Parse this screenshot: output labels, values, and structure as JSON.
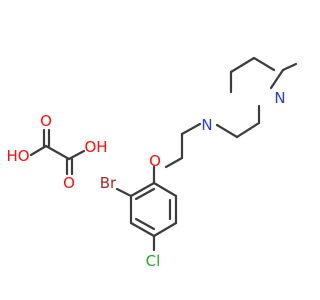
{
  "colors": {
    "carbon_bond": "#3c3c3c",
    "oxygen": "#ff0d0d",
    "nitrogen": "#2b3bd8",
    "chlorine": "#22aa22",
    "bromine": "#a52a2a"
  },
  "atom_labels": {
    "oxalic_ho_left": "HO",
    "oxalic_o_top": "O",
    "oxalic_oh_right": "OH",
    "oxalic_o_bottom": "O",
    "ether_o": "O",
    "n_upper": "N",
    "n_lower": "N",
    "br": "Br",
    "cl": "Cl"
  }
}
